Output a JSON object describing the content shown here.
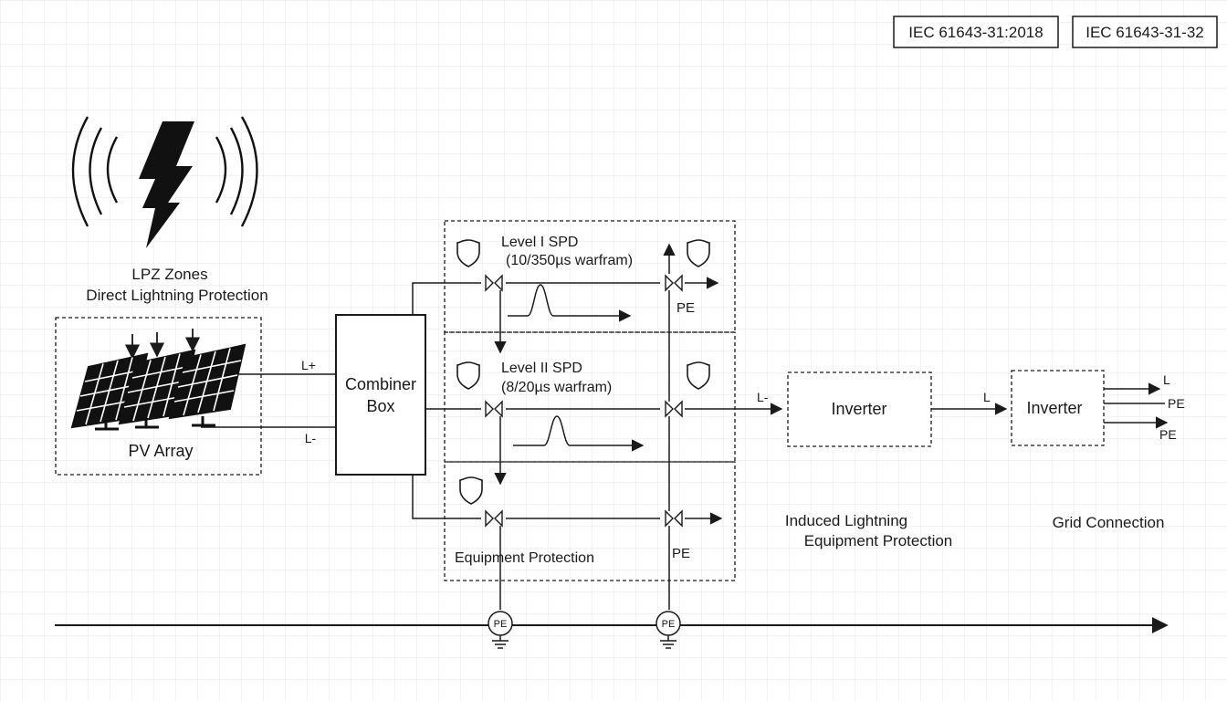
{
  "standards": [
    "IEC 61643-31:2018",
    "IEC 61643-31-32"
  ],
  "lpz": {
    "title": "LPZ Zones",
    "subtitle": "Direct Lightning Protection"
  },
  "pv_array": {
    "label": "PV Array",
    "l_plus": "L+",
    "l_minus": "L-"
  },
  "combiner": {
    "line1": "Combiner",
    "line2": "Box"
  },
  "spd": {
    "level1_title": "Level I SPD",
    "level1_wave": "(10/350µs warfram)",
    "level2_title": "Level II SPD",
    "level2_wave": "(8/20µs warfram)",
    "equipment": "Equipment Protection",
    "pe": "PE"
  },
  "inverter1": {
    "label": "Inverter",
    "in_label": "L-"
  },
  "inverter2": {
    "label": "Inverter",
    "in_label": "L"
  },
  "grid_outputs": [
    "L",
    "PE",
    "PE"
  ],
  "captions": {
    "induced1": "Induced Lightning",
    "induced2": "Equipment Protection",
    "grid": "Grid Connection"
  },
  "ground": {
    "pe": "PE"
  },
  "colors": {
    "line": "#1a1a1a",
    "grid": "#e6e6e6",
    "panel": "#111111"
  }
}
